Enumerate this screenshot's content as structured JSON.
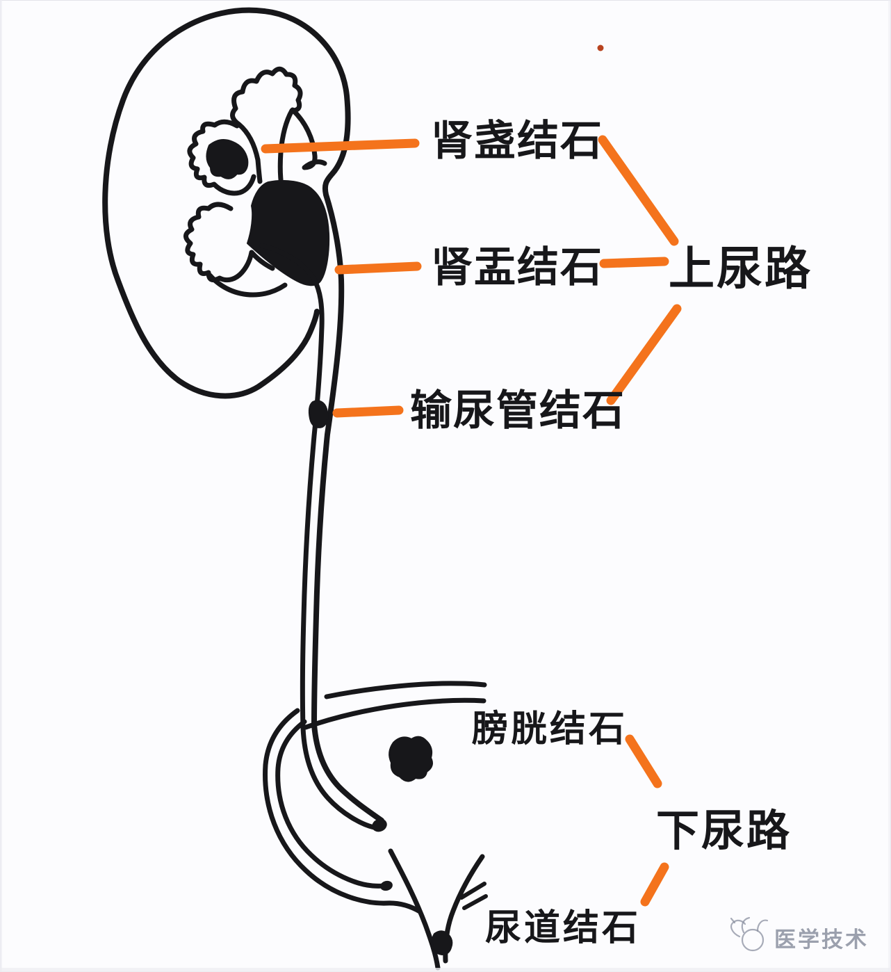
{
  "theme": {
    "background": "#fcfcfe",
    "ink": "#17171a",
    "accent": "#f4731c",
    "accent_dot": "#b8431f",
    "watermark_color": "#8b90a0"
  },
  "figure": {
    "type": "medical-anatomy-diagram",
    "labels": {
      "renal_calyx_stone": "肾盏结石",
      "renal_pelvis_stone": "肾盂结石",
      "ureteral_stone": "输尿管结石",
      "upper_urinary_tract": "上尿路",
      "bladder_stone": "膀胱结石",
      "lower_urinary_tract": "下尿路",
      "urethral_stone": "尿道结石"
    },
    "watermark": {
      "text": "医学技术",
      "logo": "mascot-sketch-icon"
    }
  }
}
